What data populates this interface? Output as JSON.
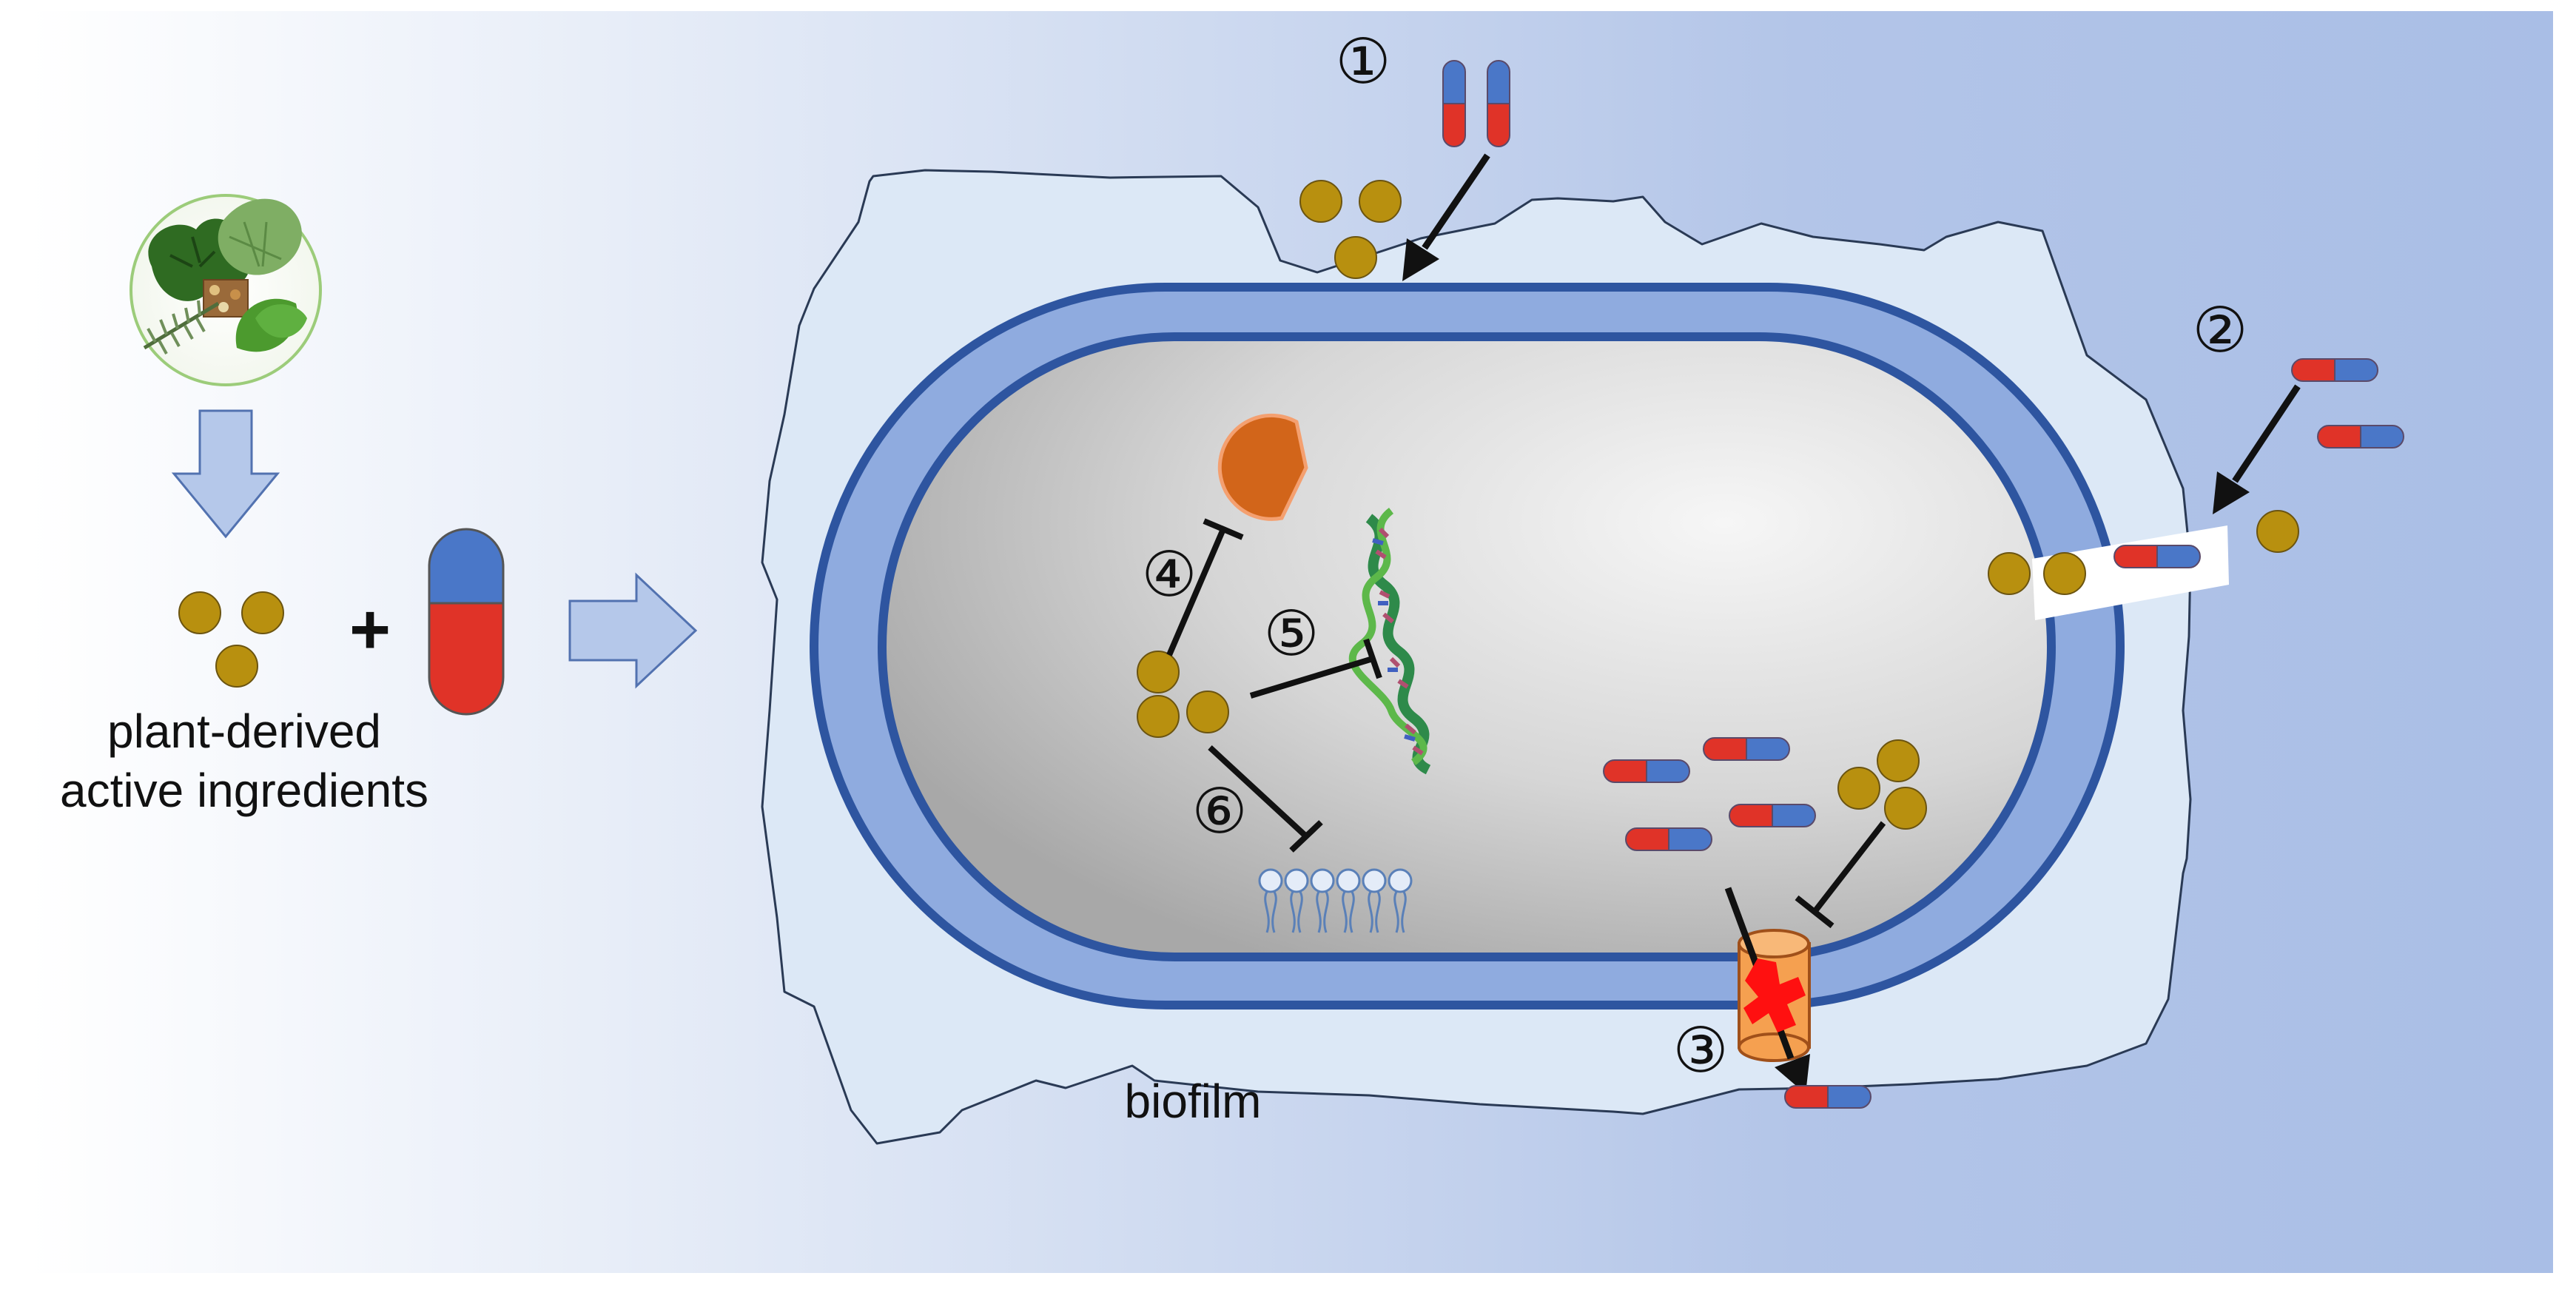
{
  "labels": {
    "plant_label_line1": "plant-derived",
    "plant_label_line2": "active ingredients",
    "plus": "+",
    "biofilm": "biofilm"
  },
  "steps": {
    "s1": "①",
    "s2": "②",
    "s3": "③",
    "s4": "④",
    "s5": "⑤",
    "s6": "⑥"
  },
  "colors": {
    "background_left": "#ffffff",
    "background_right": "#a8bce4",
    "biofilm": "#dce8f6",
    "cell_wall_outer": "#2e55a0",
    "cell_wall_fill": "#8fabdf",
    "cytoplasm_center": "#f2f2f2",
    "cytoplasm_edge": "#b0b0b0",
    "compound": "#b8900f",
    "capsule_blue": "#4a77c8",
    "capsule_red": "#e03328",
    "enzyme": "#d2651a",
    "efflux_pump": "#f5a050",
    "block_cross": "#ff1010",
    "big_arrow": "#b5c8ea"
  },
  "icons": {
    "herbs": "herbs-photo-icon",
    "enzyme": "enzyme-pacman-icon",
    "dna": "dna-helix-icon",
    "membrane": "phospholipid-membrane-icon",
    "efflux_pump": "efflux-pump-icon",
    "inhibition": "inhibition-line-icon"
  }
}
